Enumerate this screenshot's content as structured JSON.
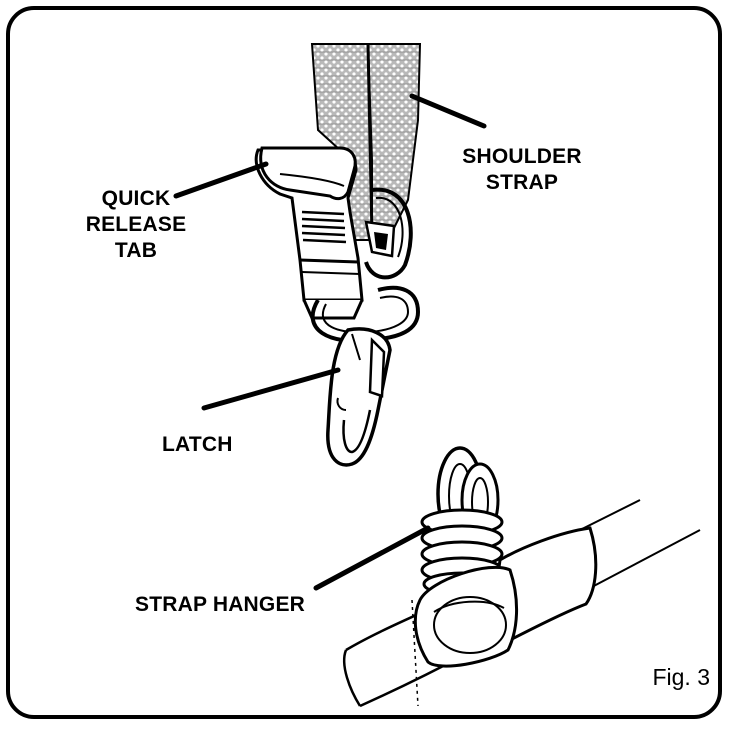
{
  "labels": {
    "quick_release_tab": [
      "QUICK",
      "RELEASE",
      "TAB"
    ],
    "shoulder_strap": [
      "SHOULDER",
      "STRAP"
    ],
    "latch": "LATCH",
    "strap_hanger": "STRAP HANGER"
  },
  "figure_caption": "Fig. 3"
}
